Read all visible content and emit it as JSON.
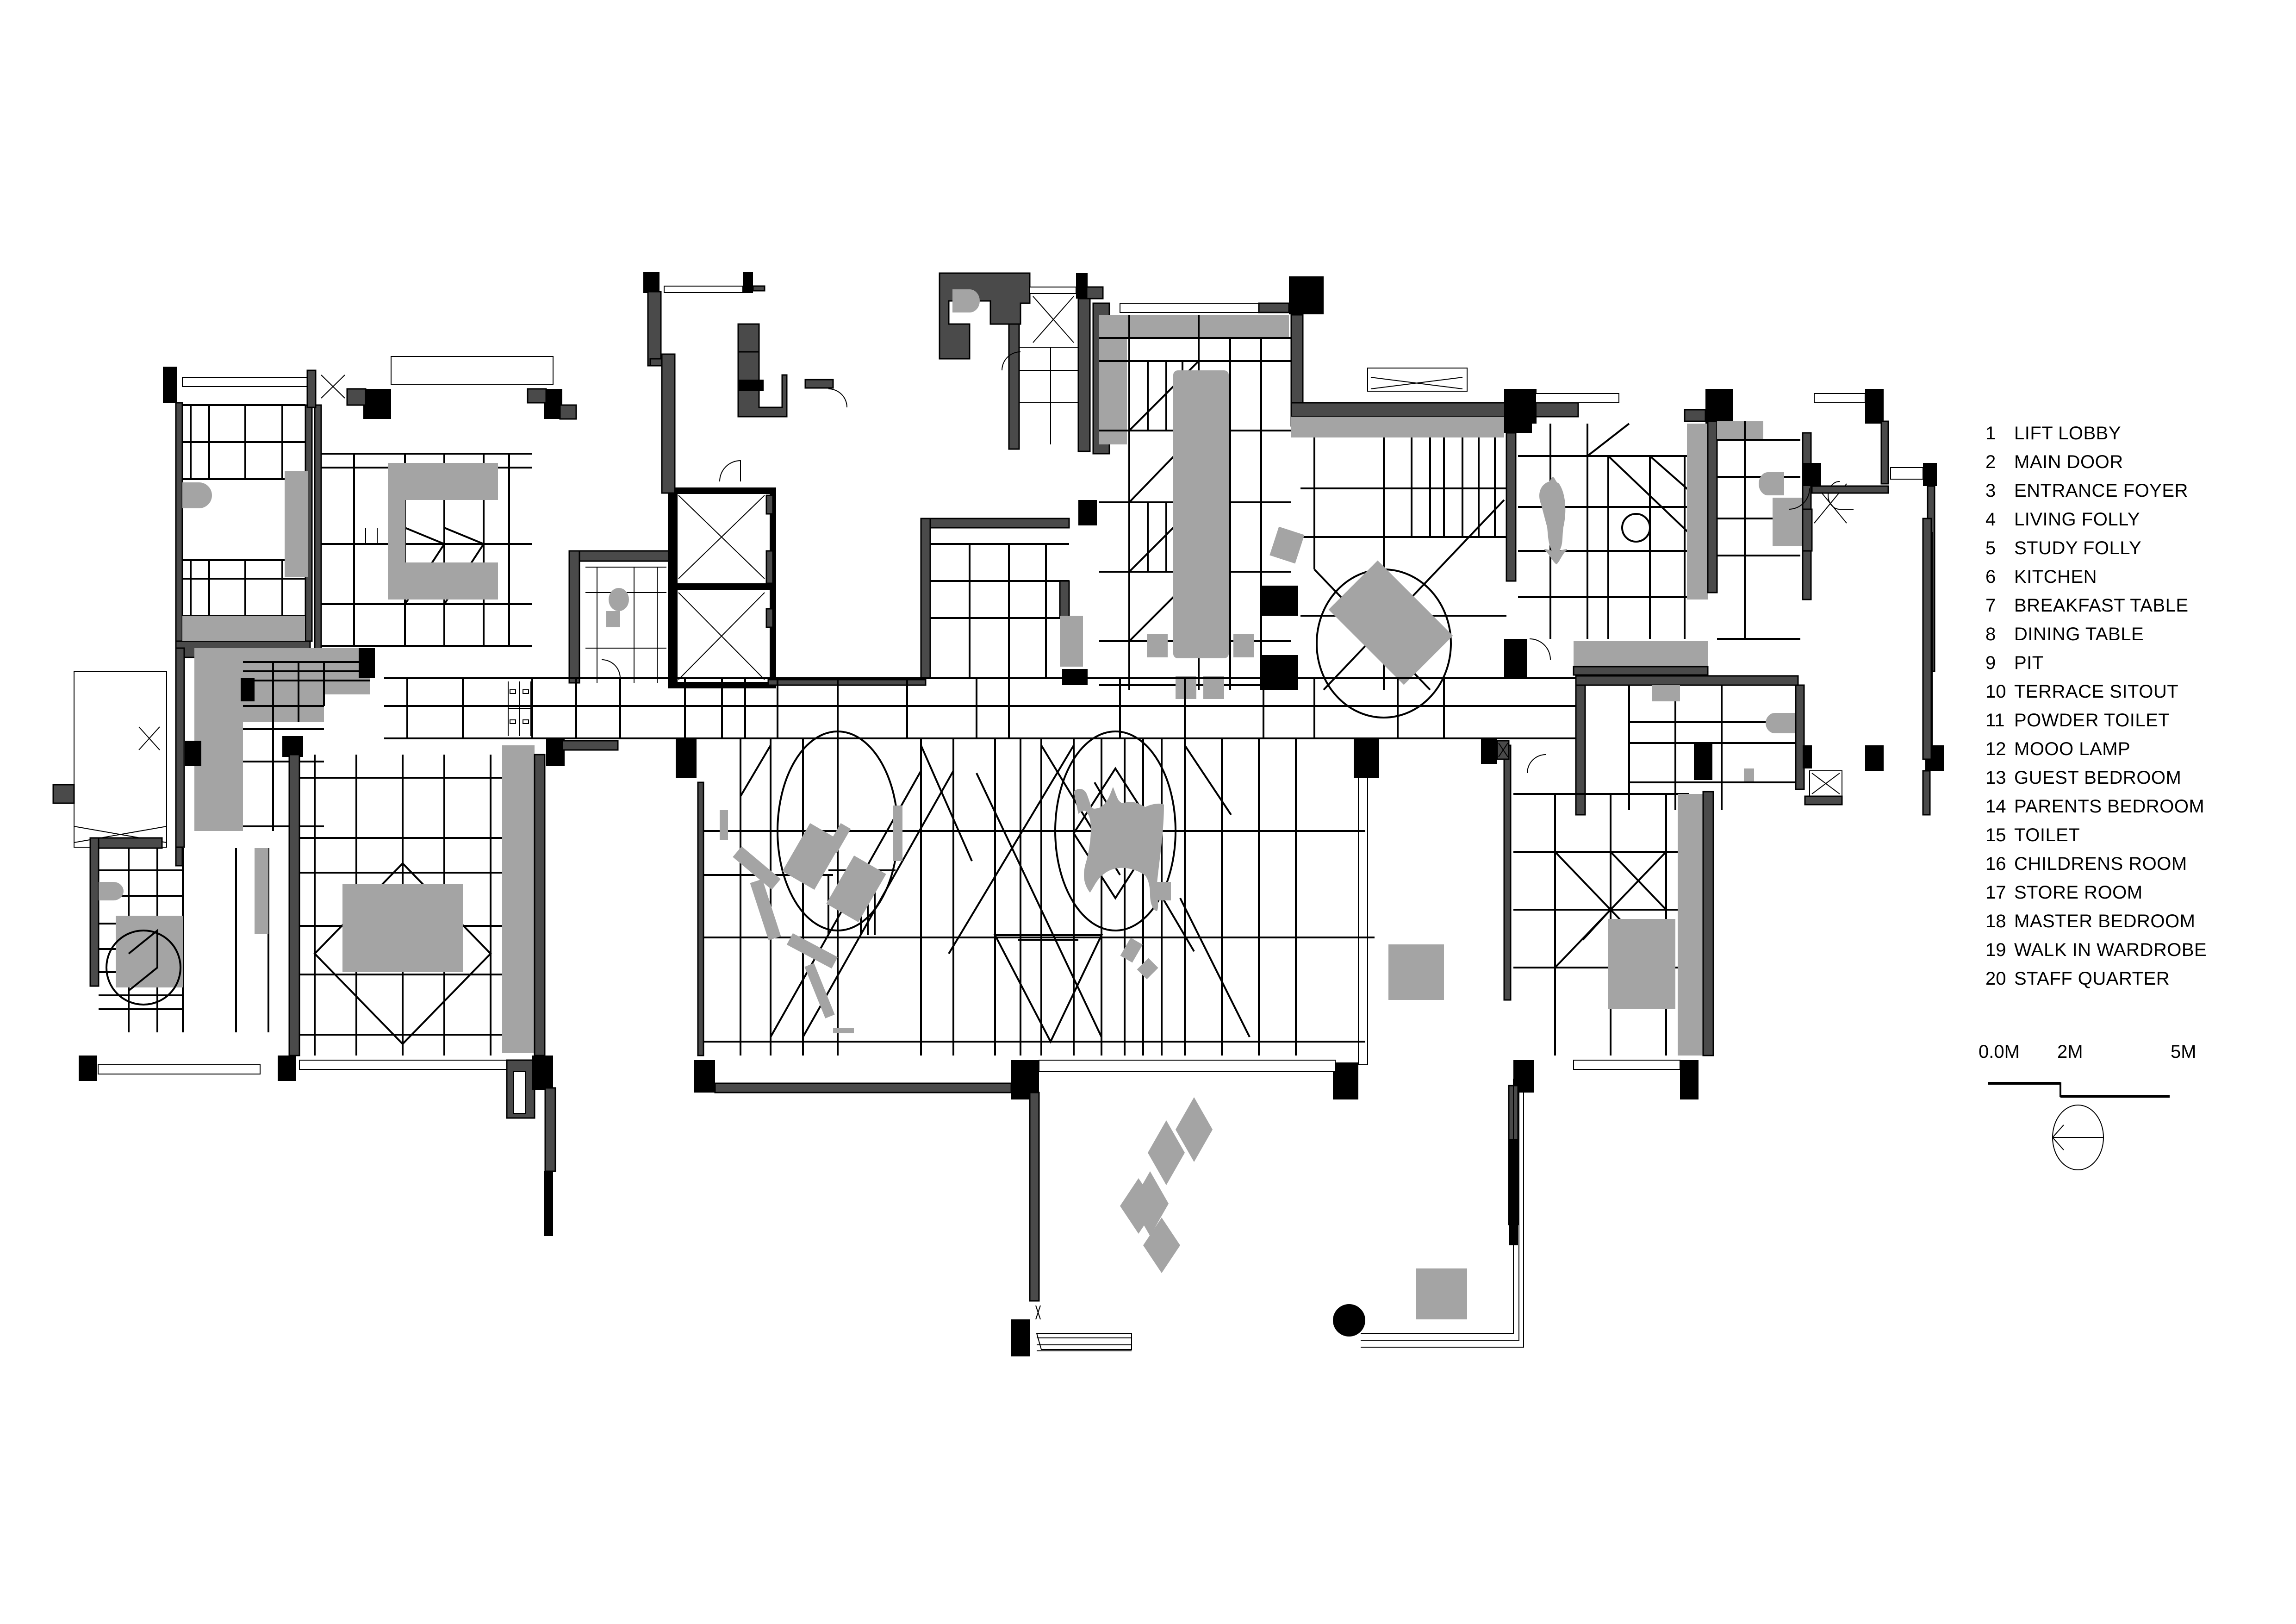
{
  "diagram": {
    "type": "architectural-floor-plan",
    "colors": {
      "column": "#000000",
      "wall": "#4a4a4a",
      "furniture": "#a4a4a4",
      "line": "#000000",
      "background": "#ffffff"
    }
  },
  "legend": {
    "items": [
      {
        "num": "1",
        "label": "LIFT LOBBY"
      },
      {
        "num": "2",
        "label": "MAIN DOOR"
      },
      {
        "num": "3",
        "label": "ENTRANCE FOYER"
      },
      {
        "num": "4",
        "label": "LIVING FOLLY"
      },
      {
        "num": "5",
        "label": "STUDY FOLLY"
      },
      {
        "num": "6",
        "label": "KITCHEN"
      },
      {
        "num": "7",
        "label": "BREAKFAST TABLE"
      },
      {
        "num": "8",
        "label": "DINING TABLE"
      },
      {
        "num": "9",
        "label": "PIT"
      },
      {
        "num": "10",
        "label": "TERRACE SITOUT"
      },
      {
        "num": "11",
        "label": "POWDER TOILET"
      },
      {
        "num": "12",
        "label": "MOOO LAMP"
      },
      {
        "num": "13",
        "label": "GUEST BEDROOM"
      },
      {
        "num": "14",
        "label": "PARENTS BEDROOM"
      },
      {
        "num": "15",
        "label": "TOILET"
      },
      {
        "num": "16",
        "label": "CHILDRENS ROOM"
      },
      {
        "num": "17",
        "label": "STORE ROOM"
      },
      {
        "num": "18",
        "label": "MASTER BEDROOM"
      },
      {
        "num": "19",
        "label": "WALK IN WARDROBE"
      },
      {
        "num": "20",
        "label": "STAFF QUARTER"
      }
    ]
  },
  "scale_bar": {
    "ticks": [
      "0.0M",
      "2M",
      "5M"
    ]
  },
  "north_arrow": {
    "icon": "north-arrow-icon",
    "direction": "left"
  }
}
